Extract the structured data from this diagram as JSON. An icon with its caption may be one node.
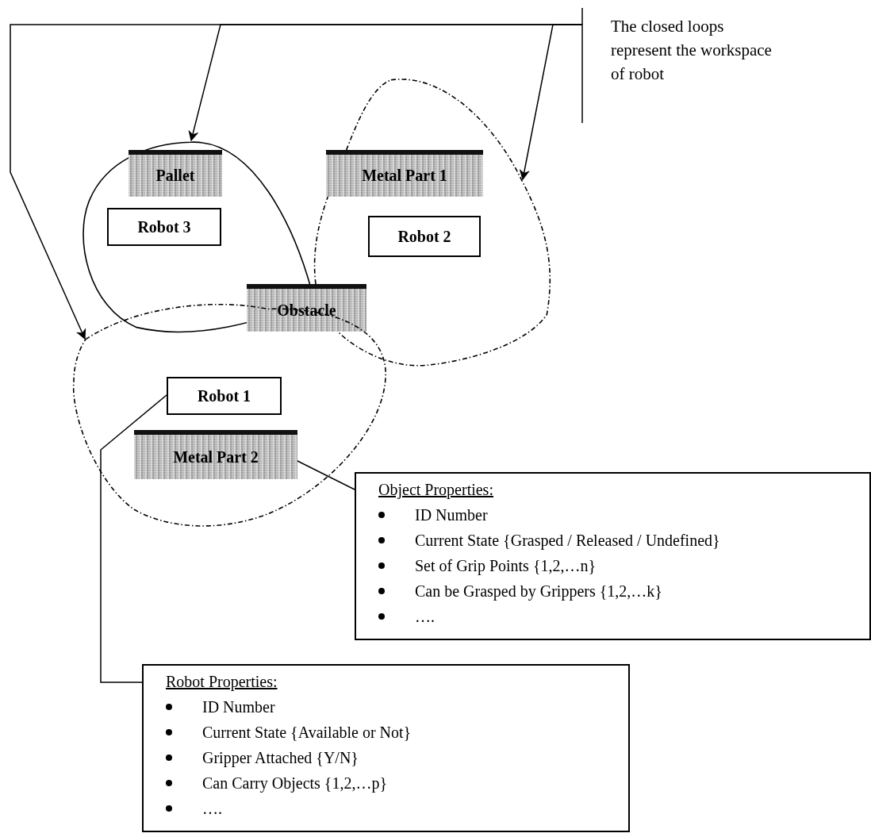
{
  "diagram": {
    "nodes": [
      {
        "text": [
          "The closed loops represent the workspace of robot"
        ]
      },
      {
        "text": [],
        "shape": "loop"
      },
      {
        "text": [
          "Pallet"
        ],
        "in": 1
      },
      {
        "text": [
          "Robot 3"
        ],
        "in": 1
      },
      {
        "text": [],
        "shape": "loop"
      },
      {
        "text": [
          "Metal Part 1"
        ],
        "in": 4
      },
      {
        "text": [
          "Robot 2"
        ],
        "in": 4
      },
      {
        "text": [
          "Obstacle"
        ]
      },
      {
        "text": [],
        "shape": "loop"
      },
      {
        "text": [
          "Robot 1"
        ],
        "in": 8
      },
      {
        "text": [
          "Metal Part 2"
        ],
        "in": 8
      },
      {
        "text": [
          "Object Properties:",
          "ID Number",
          "Current State {Grasped / Released / Undefined}",
          "Set of Grip Points {1,2,…n}",
          "Can be Grasped by  Grippers {1,2,…k}",
          "…."
        ]
      },
      {
        "text": [
          "Robot Properties:",
          "ID Number",
          "Current State {Available or Not}",
          "Gripper Attached {Y/N}",
          "Can Carry Objects {1,2,…p}",
          "…."
        ]
      }
    ],
    "edges": [
      {
        "from": 0,
        "to": 1,
        "arrow": "to"
      },
      {
        "from": 0,
        "to": 4,
        "arrow": "to"
      },
      {
        "from": 0,
        "to": 8,
        "arrow": "to"
      },
      {
        "from": 9,
        "to": 12,
        "arrow": "none"
      },
      {
        "from": 10,
        "to": 11,
        "arrow": "none"
      }
    ]
  }
}
